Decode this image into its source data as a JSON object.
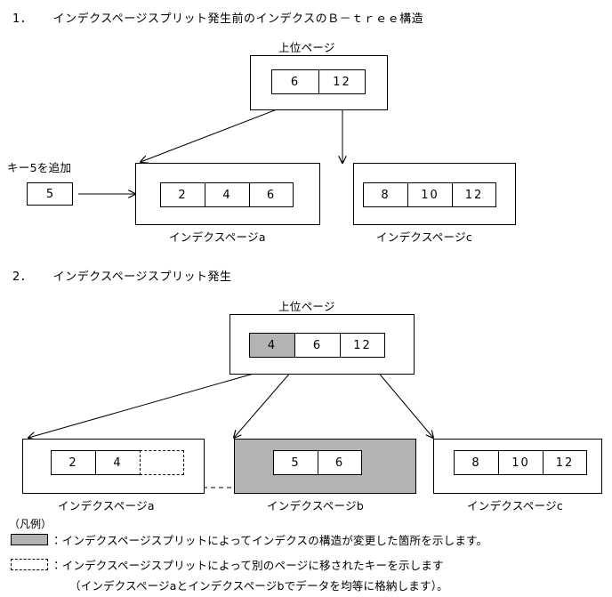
{
  "document": {
    "language": "ja",
    "colors": {
      "ink": "#000000",
      "paper": "#ffffff",
      "highlight_gray": "#b3b3b3"
    }
  },
  "sections": [
    {
      "number": "1．",
      "title": "インデクスページスプリット発生前のインデクスのＢ－ｔｒｅｅ構造",
      "root_page_caption": "上位ページ",
      "root_page_keys": [
        "6",
        "12"
      ],
      "annotation": "キー5を追加",
      "incoming_key": "5",
      "leaf_pages": [
        {
          "label": "インデクスページa",
          "keys": [
            "2",
            "4",
            "6"
          ],
          "shaded": false
        },
        {
          "label": "インデクスページc",
          "keys": [
            "8",
            "10",
            "12"
          ],
          "shaded": false
        }
      ]
    },
    {
      "number": "2．",
      "title": "インデクスページスプリット発生",
      "root_page_caption": "上位ページ",
      "root_page_keys": [
        {
          "value": "4",
          "shaded": true
        },
        {
          "value": "6",
          "shaded": false
        },
        {
          "value": "12",
          "shaded": false
        }
      ],
      "leaf_pages": [
        {
          "label": "インデクスページa",
          "keys": [
            "2",
            "4"
          ],
          "empty_dashed_cells": 1,
          "shaded": false
        },
        {
          "label": "インデクスページb",
          "keys": [
            "5",
            "6"
          ],
          "shaded": true
        },
        {
          "label": "インデクスページc",
          "keys": [
            "8",
            "10",
            "12"
          ],
          "shaded": false
        }
      ]
    }
  ],
  "legend": {
    "title": "（凡例）",
    "entries": [
      {
        "swatch": "solid-gray-box",
        "separator": "：",
        "text": "インデクスページスプリットによってインデクスの構造が変更した箇所を示します。"
      },
      {
        "swatch": "dashed-box",
        "separator": "：",
        "text": "インデクスページスプリットによって別のページに移されたキーを示します",
        "continuation": "（インデクスページaとインデクスページbでデータを均等に格納します）。"
      }
    ]
  }
}
